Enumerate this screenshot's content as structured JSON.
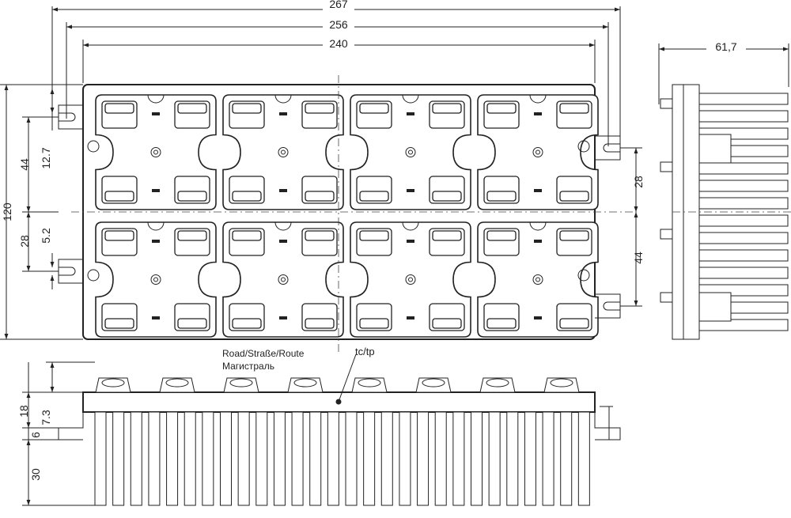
{
  "dimensions": {
    "overall_width": "267",
    "mount_width": "256",
    "body_width": "240",
    "depth": "61,7",
    "height": "120",
    "upper_spacing": "44",
    "upper_offset": "12.7",
    "lower_spacing": "28",
    "slot": "5.2",
    "right_spacing_top": "28",
    "right_spacing_bottom": "44",
    "side_height": "18",
    "side_flange": "7.3",
    "side_tab": "6",
    "fin_height": "30"
  },
  "labels": {
    "road_line1": "Road/Straße/Route",
    "road_line2": "Магистраль",
    "tc_point": "tc/tp"
  },
  "views": {
    "top_rows": 2,
    "top_cols": 4,
    "side_fins": 28
  }
}
